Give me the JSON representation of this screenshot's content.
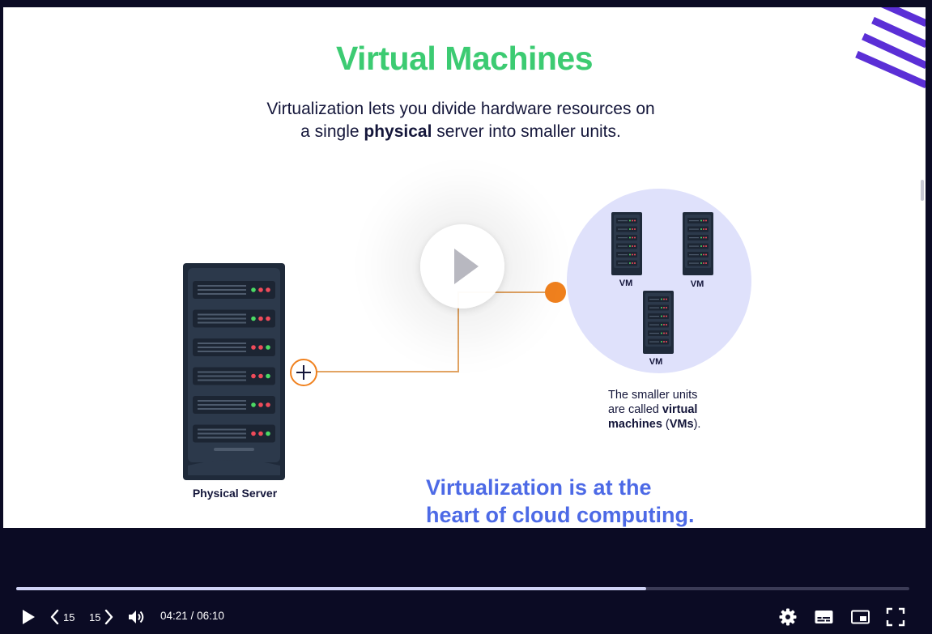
{
  "slide": {
    "title": "Virtual Machines",
    "subtitle_line1": "Virtualization lets you divide hardware resources on",
    "subtitle_line2_pre": "a single ",
    "subtitle_line2_bold": "physical",
    "subtitle_line2_post": " server into smaller units.",
    "server_label": "Physical Server",
    "vm_labels": [
      "VM",
      "VM",
      "VM"
    ],
    "caption_line1": "The smaller units",
    "caption_line2_pre": "are called ",
    "caption_line2_bold": "virtual",
    "caption_line3_bold": "machines",
    "caption_line3_mid": " (",
    "caption_line3_bold2": "VMs",
    "caption_line3_post": ").",
    "tagline_line1": "Virtualization is at the",
    "tagline_line2": "heart of cloud computing.",
    "colors": {
      "title": "#3ccb72",
      "tagline": "#4d6ae6",
      "accent_orange": "#f0811e",
      "vm_circle": "#dfe1fb",
      "server": "#1f2a3a"
    }
  },
  "player": {
    "overlay_icon": "play-icon",
    "rewind_label": "15",
    "forward_label": "15",
    "current_time": "04:21",
    "separator": " / ",
    "duration": "06:10",
    "progress_fraction": 0.705,
    "icons": [
      "play-icon",
      "rewind-15-icon",
      "forward-15-icon",
      "volume-icon",
      "settings-gear-icon",
      "captions-icon",
      "picture-in-picture-icon",
      "fullscreen-icon"
    ]
  }
}
